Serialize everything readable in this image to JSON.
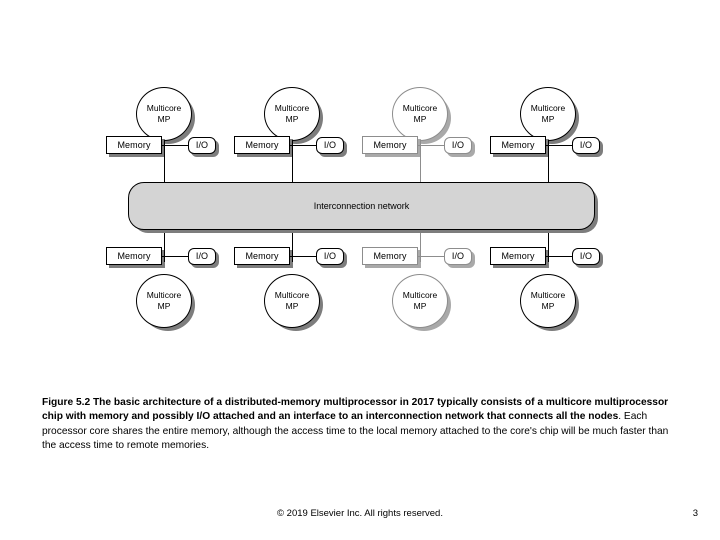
{
  "slide": {
    "background_color": "#ffffff",
    "page_number": "3",
    "copyright": "© 2019 Elsevier Inc. All rights reserved."
  },
  "diagram": {
    "bus_label": "Interconnection network",
    "bus_fill_color": "#d4d4d4",
    "shadow_color": "#7d7d7d",
    "faded_color": "#8d8d8d",
    "columns": 4,
    "top_nodes": [
      {
        "processor": "Multicore\nMP",
        "processor_line1": "Multicore",
        "processor_line2": "MP",
        "memory": "Memory",
        "io": "I/O",
        "faded": false
      },
      {
        "processor": "Multicore\nMP",
        "processor_line1": "Multicore",
        "processor_line2": "MP",
        "memory": "Memory",
        "io": "I/O",
        "faded": false
      },
      {
        "processor": "Multicore\nMP",
        "processor_line1": "Multicore",
        "processor_line2": "MP",
        "memory": "Memory",
        "io": "I/O",
        "faded": true
      },
      {
        "processor": "Multicore\nMP",
        "processor_line1": "Multicore",
        "processor_line2": "MP",
        "memory": "Memory",
        "io": "I/O",
        "faded": false
      }
    ],
    "bottom_nodes": [
      {
        "processor": "Multicore\nMP",
        "processor_line1": "Multicore",
        "processor_line2": "MP",
        "memory": "Memory",
        "io": "I/O",
        "faded": false
      },
      {
        "processor": "Multicore\nMP",
        "processor_line1": "Multicore",
        "processor_line2": "MP",
        "memory": "Memory",
        "io": "I/O",
        "faded": false
      },
      {
        "processor": "Multicore\nMP",
        "processor_line1": "Multicore",
        "processor_line2": "MP",
        "memory": "Memory",
        "io": "I/O",
        "faded": true
      },
      {
        "processor": "Multicore\nMP",
        "processor_line1": "Multicore",
        "processor_line2": "MP",
        "memory": "Memory",
        "io": "I/O",
        "faded": false
      }
    ]
  },
  "caption": {
    "bold_text": "Figure 5.2 The basic architecture of a distributed-memory multiprocessor in 2017 typically consists of a multicore multiprocessor chip with memory and possibly I/O attached and an interface to an interconnection network that connects all the nodes",
    "regular_text": ". Each processor core shares the entire memory, although the access time to the local memory attached to the core's chip will be much faster than the access time to remote memories."
  }
}
